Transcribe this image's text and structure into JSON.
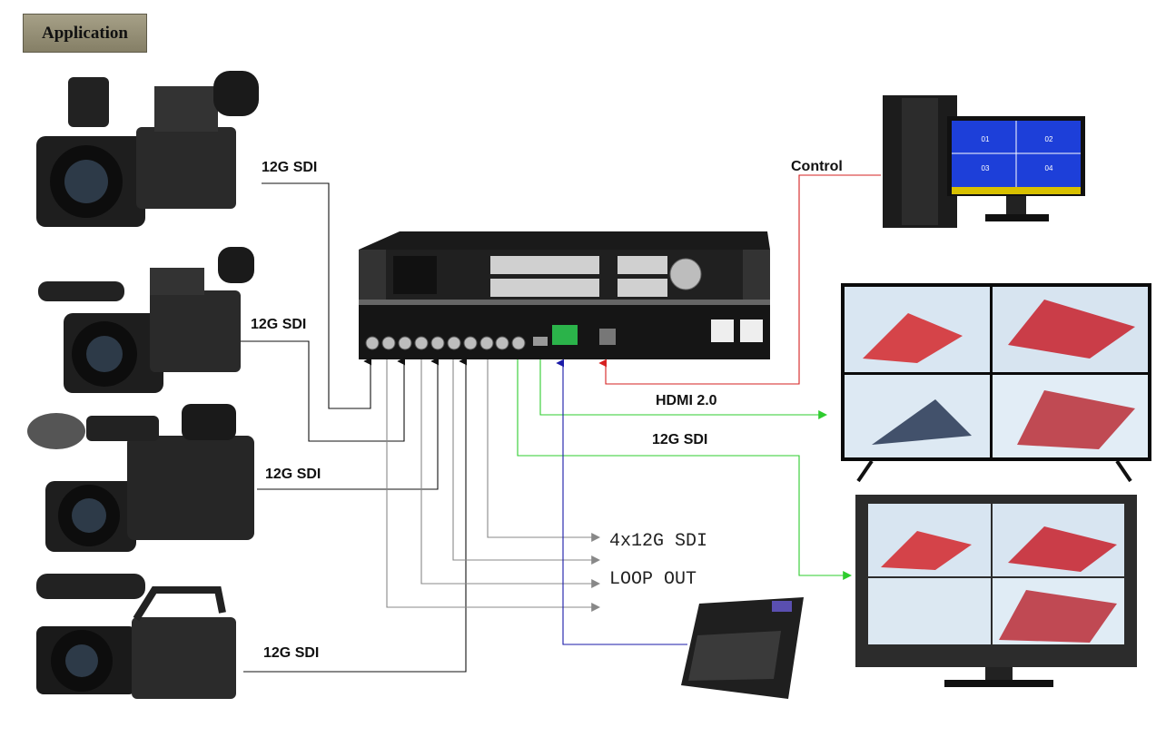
{
  "header": {
    "title": "Application"
  },
  "inputs": {
    "cam1_label": "12G SDI",
    "cam2_label": "12G SDI",
    "cam3_label": "12G SDI",
    "cam4_label": "12G SDI"
  },
  "outputs": {
    "control_label": "Control",
    "hdmi_label": "HDMI 2.0",
    "sdi_label": "12G SDI",
    "loop_label_1": "4x12G SDI",
    "loop_label_2": "LOOP OUT"
  },
  "pc_monitor": {
    "quads": [
      "01",
      "02",
      "03",
      "04"
    ]
  },
  "colors": {
    "control_line": "#d62020",
    "hdmi_line": "#2ecc2e",
    "audio_line": "#1a1aa8",
    "input_line": "#111111",
    "loop_line": "#888888"
  }
}
